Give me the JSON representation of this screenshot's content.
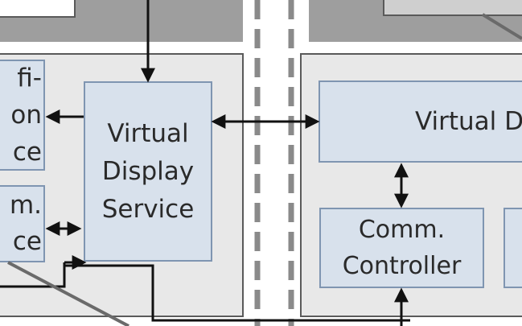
{
  "diagram": {
    "left_partial_box_1": {
      "lines": "fi-\non\nce"
    },
    "left_partial_box_2": {
      "lines": "m.\nce"
    },
    "virtual_display_service": {
      "label": "Virtual\nDisplay\nService"
    },
    "virtual_display_right": {
      "label": "Virtual D"
    },
    "comm_controller": {
      "label": "Comm.\nController"
    }
  },
  "colors": {
    "panel_fill": "#e8e8e8",
    "box_fill": "#d8e1ec",
    "box_border": "#7f95b1",
    "dashed_region": "#9e9e9e",
    "arrow": "#111111"
  }
}
